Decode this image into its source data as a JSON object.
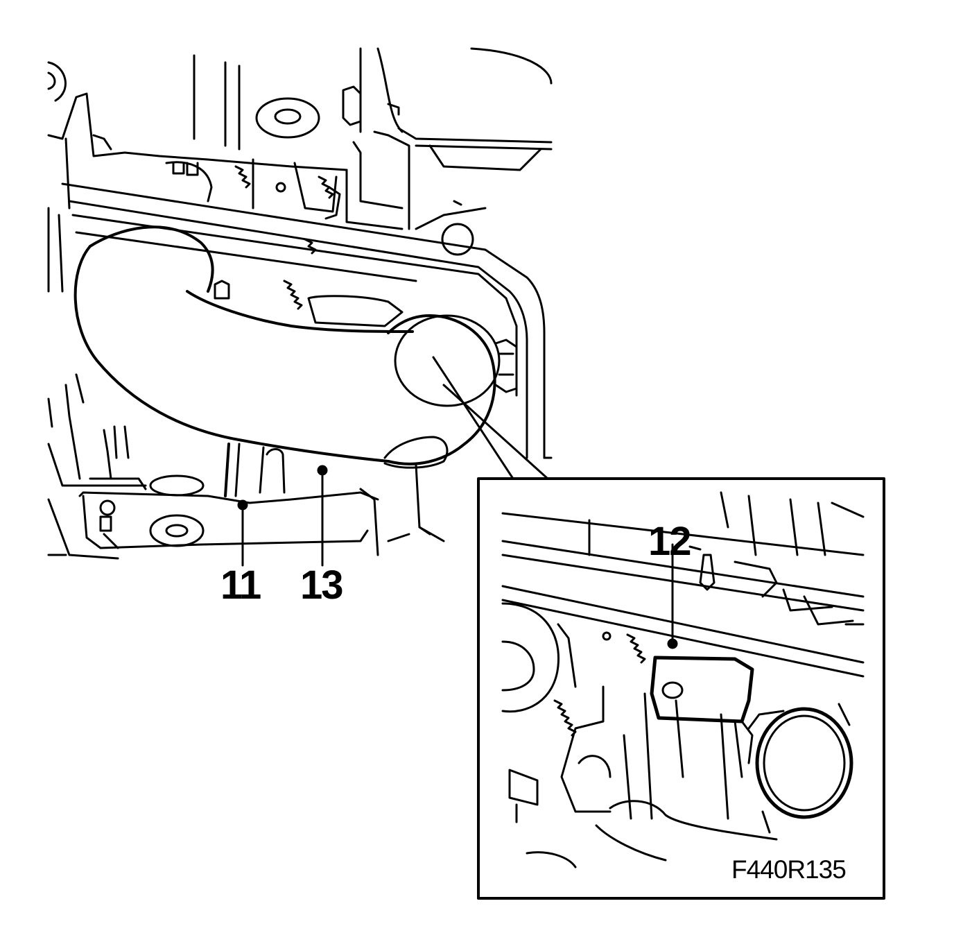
{
  "callouts": {
    "c11": "11",
    "c13": "13",
    "c12": "12"
  },
  "figure_code": "F440R135",
  "colors": {
    "line": "#000000",
    "background": "#ffffff"
  }
}
